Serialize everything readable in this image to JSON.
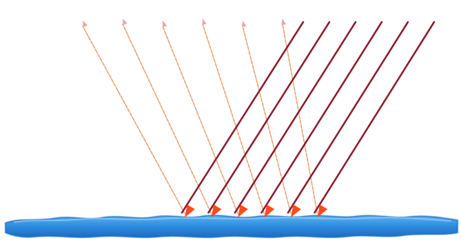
{
  "diagram": {
    "kind": "diffuse-reflection",
    "incident_ray_count": 6,
    "reflected_ray_count": 6,
    "colors": {
      "incident_ray": "#8b1c2e",
      "incident_arrowhead": "#ff4a1c",
      "reflected_ray": "#e8a070",
      "reflected_arrowhead": "#f0a0a0",
      "surface_fill": "#2f8fe0",
      "surface_edge": "#1d6cc4",
      "background": "#ffffff"
    }
  }
}
